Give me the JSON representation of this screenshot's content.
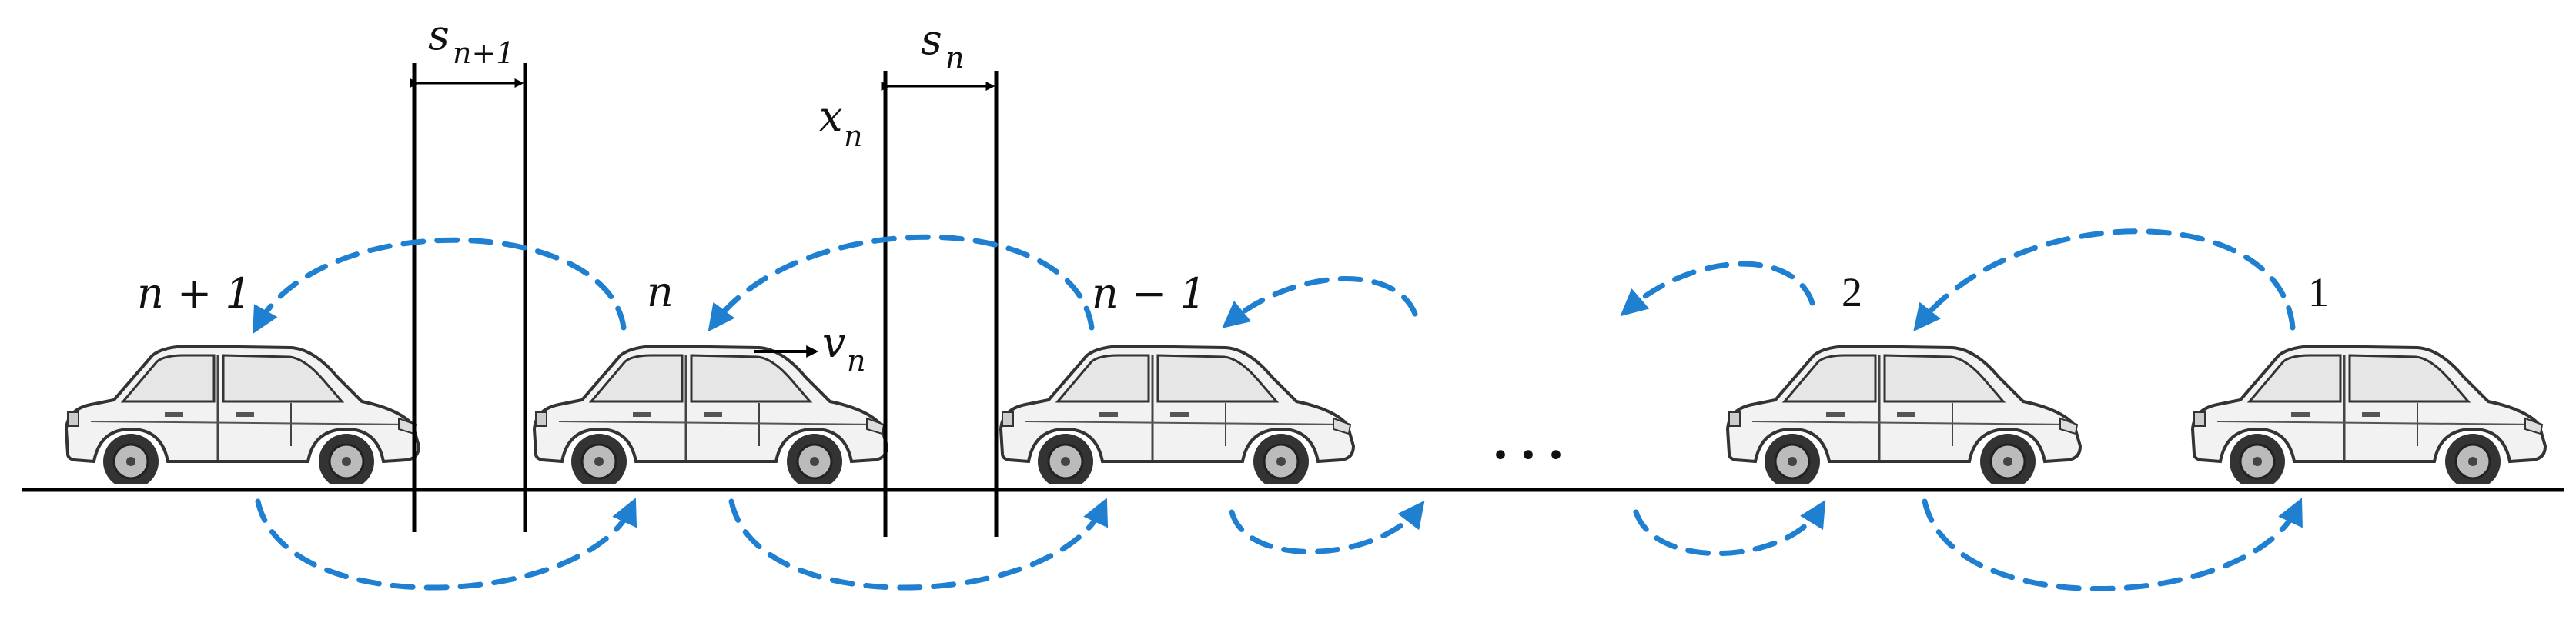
{
  "labels": {
    "car_n_plus_1": "n + 1",
    "car_n": "n",
    "car_n_minus_1": "n − 1",
    "car_2": "2",
    "car_1": "1",
    "gap_s_n_plus_1": "s",
    "gap_s_n_plus_1_sub": "n+1",
    "gap_s_n": "s",
    "gap_s_n_sub": "n",
    "position_x": "x",
    "position_x_sub": "n",
    "velocity_v": "v",
    "velocity_v_sub": "n",
    "ellipsis": ". . ."
  },
  "colors": {
    "arrow": "#1f7fd1",
    "line": "#000000",
    "car_body": "#f2f2f2",
    "car_outline": "#333333"
  }
}
